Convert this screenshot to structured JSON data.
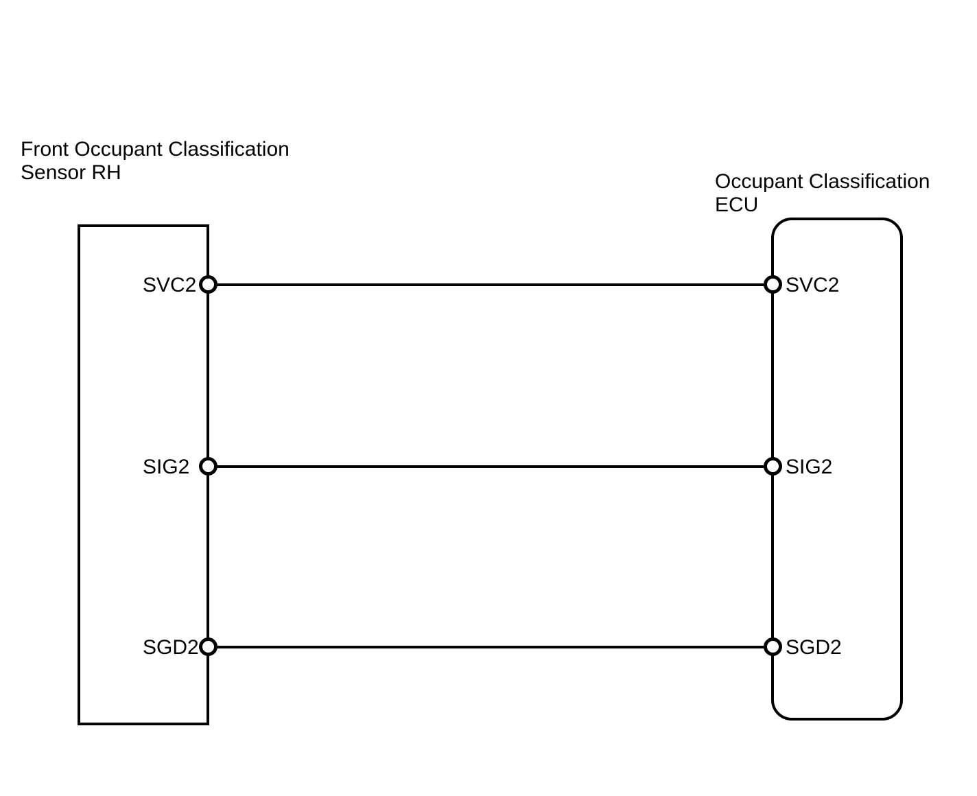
{
  "diagram": {
    "type": "wiring-diagram",
    "background_color": "#ffffff",
    "line_color": "#000000",
    "left_component": {
      "title": "Front Occupant Classification\nSensor RH",
      "shape": "rectangle",
      "pins": [
        "SVC2",
        "SIG2",
        "SGD2"
      ]
    },
    "right_component": {
      "title": "Occupant Classification ECU",
      "shape": "rounded-rectangle",
      "pins": [
        "SVC2",
        "SIG2",
        "SGD2"
      ]
    },
    "wires": [
      {
        "from_pin": "SVC2",
        "to_pin": "SVC2"
      },
      {
        "from_pin": "SIG2",
        "to_pin": "SIG2"
      },
      {
        "from_pin": "SGD2",
        "to_pin": "SGD2"
      }
    ]
  }
}
